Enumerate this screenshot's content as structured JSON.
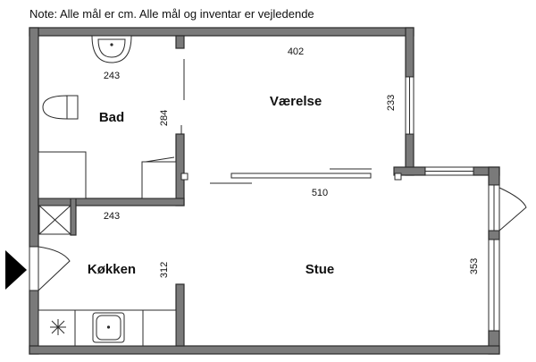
{
  "note": "Note: Alle mål er cm. Alle mål og inventar er vejledende",
  "rooms": {
    "bad": "Bad",
    "vaerelse": "Værelse",
    "koekken": "Køkken",
    "stue": "Stue"
  },
  "dimensions": {
    "bad_width": "243",
    "bad_height": "284",
    "vaerelse_width": "402",
    "vaerelse_height": "233",
    "stue_width": "510",
    "koekken_width": "243",
    "koekken_height": "312",
    "stue_height": "353"
  },
  "colors": {
    "wall_fill": "#7a7a7a",
    "line": "#2b2b2b",
    "entrance_arrow": "#000000"
  },
  "icons": [
    "sink-icon",
    "toilet-icon",
    "shower-icon",
    "stove-icon",
    "entrance-arrow-icon"
  ]
}
